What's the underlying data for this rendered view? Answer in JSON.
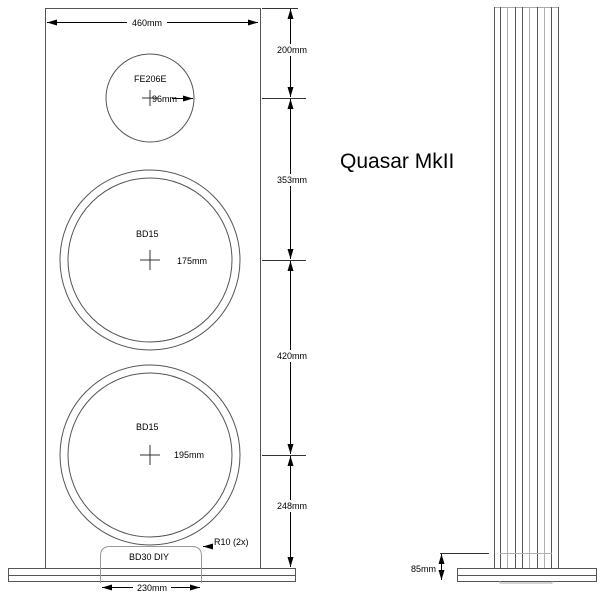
{
  "title": "Quasar MkII",
  "front_view": {
    "width_label": "460mm",
    "drivers": [
      {
        "name": "FE206E",
        "dim_label": "96mm"
      },
      {
        "name": "BD15",
        "dim_label": "175mm"
      },
      {
        "name": "BD15",
        "dim_label": "195mm"
      }
    ],
    "height_dims": [
      "200mm",
      "353mm",
      "420mm",
      "248mm"
    ],
    "port_label": "BD30 DIY",
    "port_width_label": "230mm",
    "radius_label": "R10 (2x)"
  },
  "side_view": {
    "plinth_height_label": "85mm"
  },
  "colors": {
    "line": "#555555",
    "light_line": "#b0b0b0",
    "text": "#000000"
  }
}
